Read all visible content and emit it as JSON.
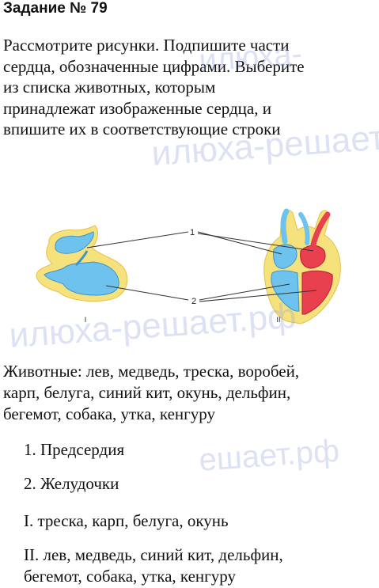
{
  "task": {
    "title": "Задание № 79",
    "instruction_lines": [
      "Рассмотрите рисунки. Подпишите части",
      "сердца, обозначенные цифрами. Выберите",
      "из списка животных, которым",
      "принадлежат изображенные сердца, и",
      "впишите их в соответствующие строки"
    ]
  },
  "figure": {
    "callout_1": "1",
    "callout_2": "2",
    "heart_1_label": "I",
    "heart_2_label": "II",
    "colors": {
      "atrium_blue": "#6ec3ee",
      "blood_red": "#e8404e",
      "wall_yellow": "#f6e27c",
      "wall_pink": "#f4b6b8"
    }
  },
  "animals": {
    "lines": [
      "Животные: лев, медведь, треска, воробей,",
      "карп, белуга, синий кит, окунь, дельфин,",
      "бегемот, собака, утка, кенгуру"
    ]
  },
  "answers": {
    "a1": "1. Предсердия",
    "a2": "2. Желудочки",
    "a3": "I. треска, карп, белуга, окунь",
    "a4_line1": "II. лев, медведь, синий кит, дельфин,",
    "a4_line2": "бегемот, собака, утка, кенгуру"
  },
  "watermark": {
    "text_short": "илюха-",
    "text": "илюха-решает.рф",
    "text_tail": "ешает.рф"
  }
}
